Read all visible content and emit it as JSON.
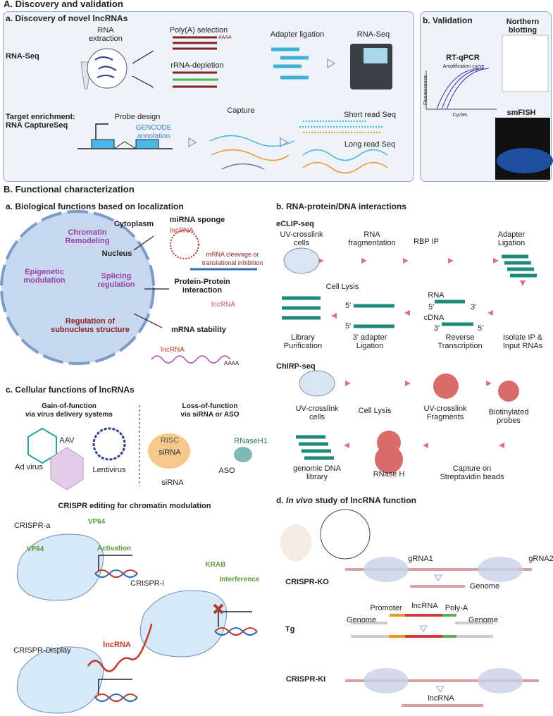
{
  "section_a": {
    "title": "A. Discovery and validation",
    "panel_a": {
      "title": "a. Discovery of novel lncRNAs",
      "rna_seq_label": "RNA-Seq",
      "rna_extraction": [
        "RNA",
        "extraction"
      ],
      "polya_selection": "Poly(A) selection",
      "rrna_depletion": "rRNA-depletion",
      "polya_tail": "AAAA",
      "adapter_ligation": "Adapter ligation",
      "rna_seq_machine": "RNA-Seq",
      "target_enrichment": [
        "Target enrichment:",
        "RNA CaptureSeq"
      ],
      "probe_design": "Probe design",
      "gencode": [
        "GENCODE",
        "annotation"
      ],
      "capture": "Capture",
      "short_read": "Short read Seq",
      "long_read": "Long read Seq"
    },
    "panel_b": {
      "title": "b. Validation",
      "northern": [
        "Northern",
        "blotting"
      ],
      "rt_qpcr": "RT-qPCR",
      "amplification_curve": "Amplification curve",
      "y_axis": "Fluorescence",
      "x_axis": "Cycles",
      "smfish": "smFISH"
    }
  },
  "section_b": {
    "title": "B. Functional characterization",
    "panel_a": {
      "title": "a. Biological functions based on localization",
      "cytoplasm": "Cytoplasm",
      "nucleus": "Nucleus",
      "chromatin": [
        "Chromatin",
        "Remodeling"
      ],
      "epigenetic": [
        "Epigenetic",
        "modulation"
      ],
      "splicing": [
        "Splicing",
        "regulation"
      ],
      "subnucleus": [
        "Regulation of",
        "subnucleus structure"
      ],
      "mirna_sponge": "miRNA sponge",
      "lncrna": "lncRNA",
      "mrna_cleavage": [
        "mRNA cleavage or",
        "translational inhibition"
      ],
      "ppi": [
        "Protein-Protein",
        "interaction"
      ],
      "mrna_stability": "mRNA stability",
      "aaaa": "AAAA"
    },
    "panel_b": {
      "title": "b. RNA-protein/DNA interactions",
      "eclip": {
        "title": "eCLIP-seq",
        "uv_cells": [
          "UV-crosslink",
          "cells"
        ],
        "fragmentation": [
          "RNA",
          "fragmentation"
        ],
        "rbp_ip": "RBP IP",
        "adapter": [
          "Adapter",
          "Ligation"
        ],
        "cell_lysis": "Cell Lysis",
        "rna": "RNA",
        "cdna": "cDNA",
        "five": "5'",
        "three": "3'",
        "library": [
          "Library",
          "Purification"
        ],
        "three_adapter": [
          "3' adapter",
          "Ligation"
        ],
        "reverse": [
          "Reverse",
          "Transcription"
        ],
        "isolate": [
          "Isolate IP &",
          "Input RNAs"
        ]
      },
      "chirp": {
        "title": "ChIRP-seq",
        "uv_cells": [
          "UV-crosslink",
          "cells"
        ],
        "cell_lysis": "Cell Lysis",
        "fragments": [
          "UV-crosslink",
          "Fragments"
        ],
        "probes": [
          "Biotinylated",
          "probes"
        ],
        "genomic": [
          "genomic DNA",
          "library"
        ],
        "rnase_h": "RNase H",
        "capture": [
          "Capture on",
          "Streptavidin beads"
        ]
      }
    },
    "panel_c": {
      "title": "c. Cellular functions of lncRNAs",
      "gain": [
        "Gain-of-function",
        "via virus delivery systems"
      ],
      "loss": [
        "Loss-of-function",
        "via siRNA or ASO"
      ],
      "aav": "AAV",
      "ad_virus": "Ad virus",
      "lentivirus": "Lentivirus",
      "risc": "RISC",
      "sirna_in": "siRNA",
      "rnaseh1": "RNaseH1",
      "aso": "ASO",
      "sirna": "siRNA",
      "crispr_title": "CRISPR editing for chromatin modulation",
      "crispr_a": "CRISPR-a",
      "vp64_top": "VP64",
      "vp64": "VP64",
      "activation": "Activation",
      "krab": "KRAB",
      "crispr_i": "CRISPR-i",
      "interference": "Interference",
      "crispr_display": "CRISPR-Display",
      "lncrna": "lncRNA"
    },
    "panel_d": {
      "title_prefix": "d. ",
      "title_italic": "In vivo",
      "title_rest": " study of lncRNA function",
      "crispr_ko": "CRISPR-KO",
      "grna1": "gRNA1",
      "grna2": "gRNA2",
      "genome": "Genome",
      "tg": "Tg",
      "promoter": "Promoter",
      "lncrna": "lncRNA",
      "polya": "Poly-A",
      "crispr_ki": "CRISPR-KI"
    }
  },
  "colors": {
    "panel_border": "#8fa7cc",
    "panel_bg": "#eef3fa",
    "arrow_pink": "#e06aa0",
    "teal": "#1f8a7a",
    "red": "#c0392b"
  }
}
